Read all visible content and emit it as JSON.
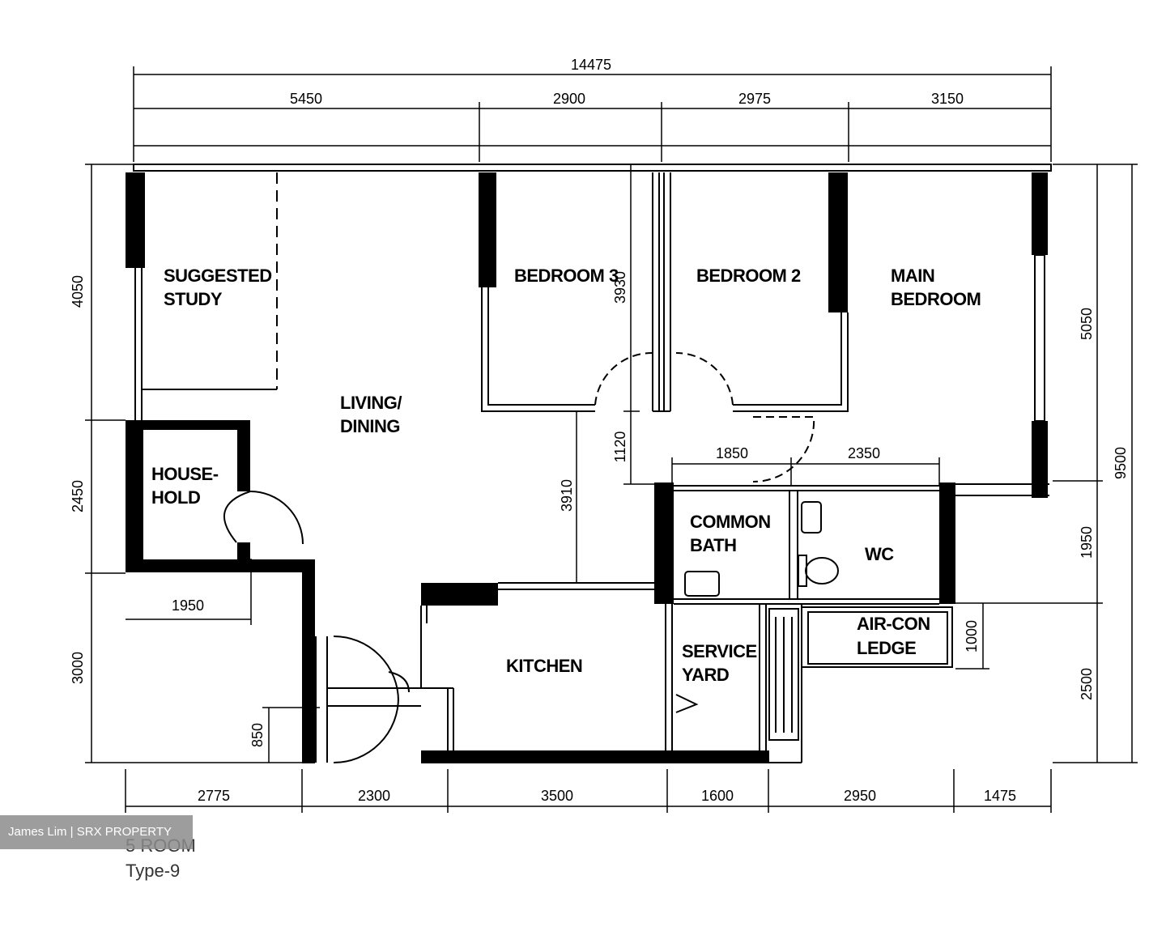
{
  "dimensions": {
    "top_total": "14475",
    "top": [
      "5450",
      "2900",
      "2975",
      "3150"
    ],
    "bottom": [
      "2775",
      "2300",
      "3500",
      "1600",
      "2950",
      "1475"
    ],
    "left": [
      "4050",
      "2450",
      "3000",
      "850"
    ],
    "right": [
      "5050",
      "1950",
      "2500",
      "9500"
    ],
    "inner": {
      "bedroom3_height": "3930",
      "corridor": "1120",
      "bath1_width": "1850",
      "bath2_width": "2350",
      "living_depth": "3910",
      "household_width": "1950",
      "aircon_depth": "1000"
    }
  },
  "rooms": {
    "study_line1": "SUGGESTED",
    "study_line2": "STUDY",
    "living_line1": "LIVING/",
    "living_line2": "DINING",
    "bedroom3": "BEDROOM 3",
    "bedroom2": "BEDROOM 2",
    "main_line1": "MAIN",
    "main_line2": "BEDROOM",
    "household_line1": "HOUSE-",
    "household_line2": "HOLD",
    "bath1_line1": "COMMON",
    "bath1_line2": "BATH",
    "bath2": "WC",
    "kitchen": "KITCHEN",
    "service_line1": "SERVICE",
    "service_line2": "YARD",
    "aircon_line1": "AIR-CON",
    "aircon_line2": "LEDGE"
  },
  "caption": {
    "type_line1": "5 ROOM",
    "type_line2": "Type-9"
  },
  "watermark": "James Lim | SRX PROPERTY"
}
